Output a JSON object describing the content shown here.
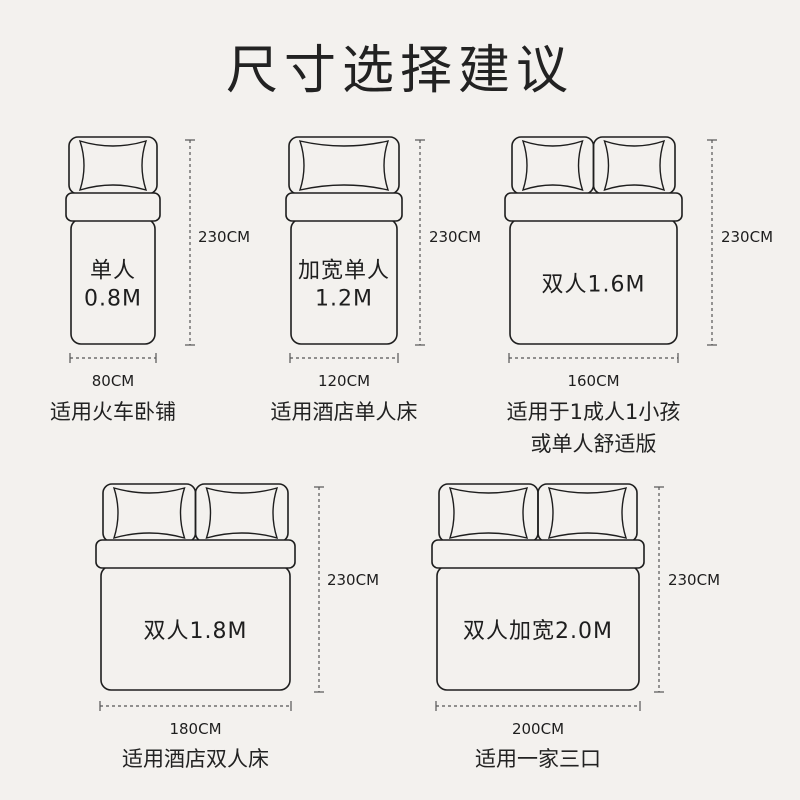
{
  "title": "尺寸选择建议",
  "colors": {
    "background": "#f3f1ee",
    "ink": "#1e1e1e",
    "dim": "#555555"
  },
  "beds": [
    {
      "label": [
        "单人",
        "0.8M"
      ],
      "width": "80CM",
      "length": "230CM",
      "pillows": 1,
      "caption": [
        "适用火车卧铺"
      ]
    },
    {
      "label": [
        "加宽单人",
        "1.2M"
      ],
      "width": "120CM",
      "length": "230CM",
      "pillows": 1,
      "caption": [
        "适用酒店单人床"
      ]
    },
    {
      "label": [
        "双人1.6M"
      ],
      "width": "160CM",
      "length": "230CM",
      "pillows": 2,
      "caption": [
        "适用于1成人1小孩",
        "或单人舒适版"
      ]
    },
    {
      "label": [
        "双人1.8M"
      ],
      "width": "180CM",
      "length": "230CM",
      "pillows": 2,
      "caption": [
        "适用酒店双人床"
      ]
    },
    {
      "label": [
        "双人加宽2.0M"
      ],
      "width": "200CM",
      "length": "230CM",
      "pillows": 2,
      "caption": [
        "适用一家三口"
      ]
    }
  ]
}
